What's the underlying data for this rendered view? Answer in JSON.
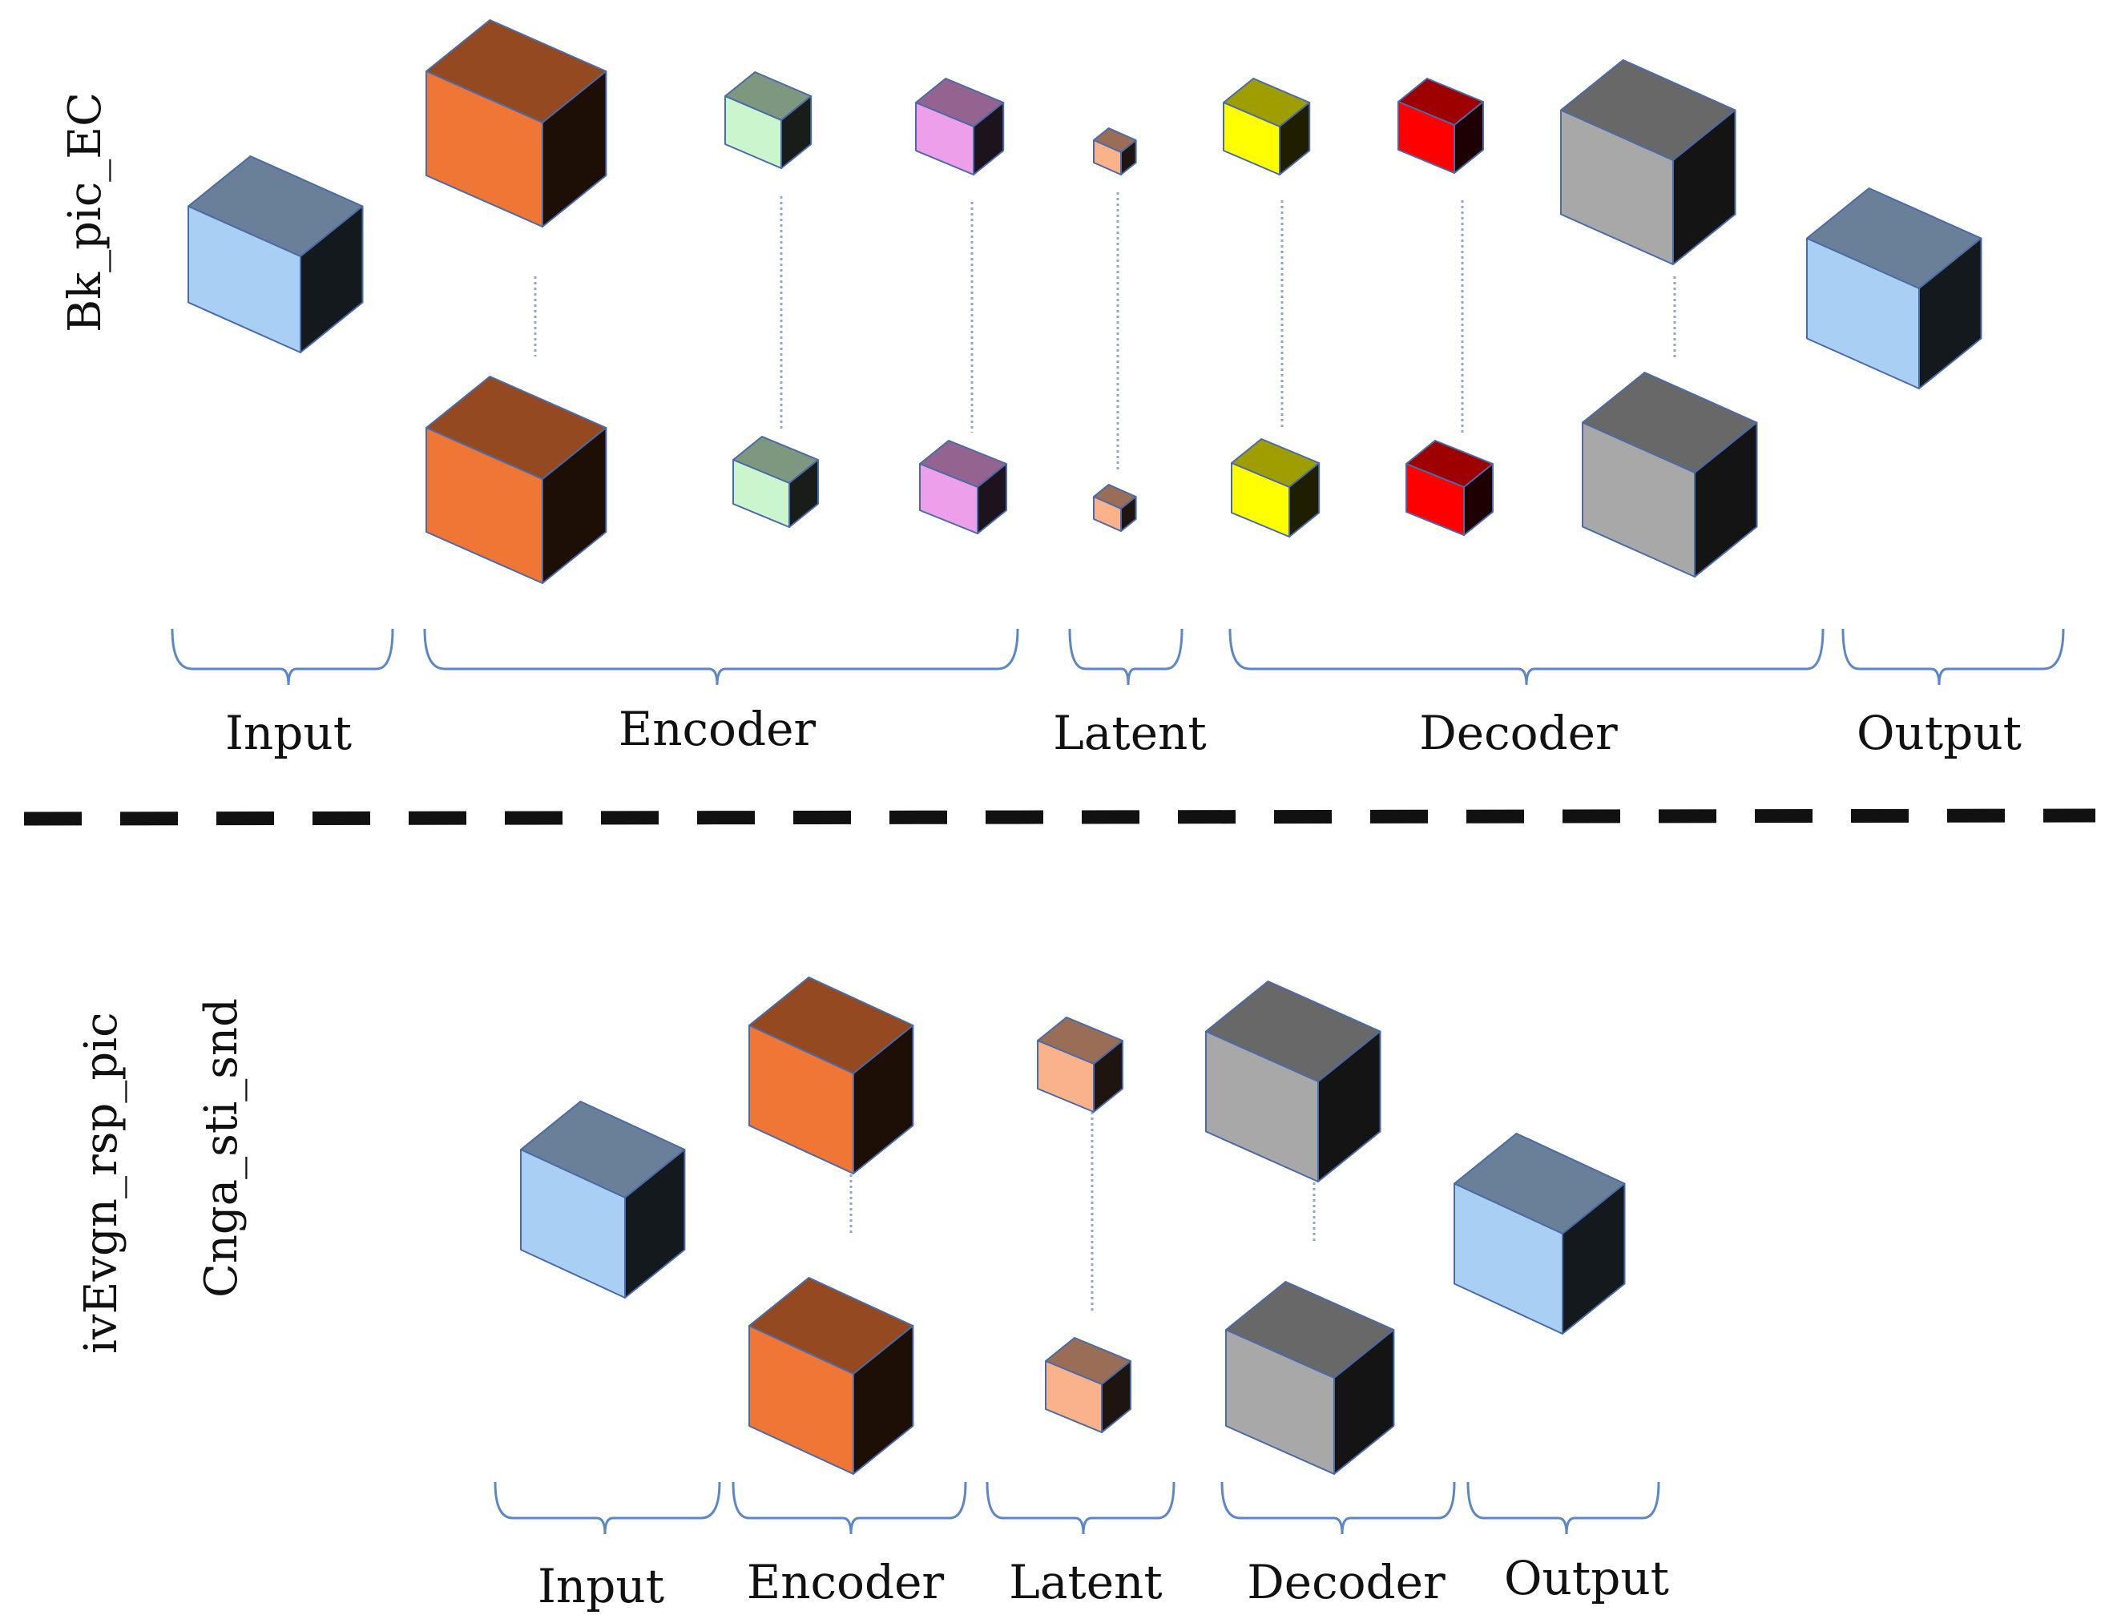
{
  "panels": [
    {
      "id": "top",
      "side_labels": [
        "Bk_pic_EC"
      ],
      "section_labels": [
        "Input",
        "Encoder",
        "Latent",
        "Decoder",
        "Output"
      ],
      "cube_colors": [
        "#a9cff5",
        "#ef7634",
        "#cbf5cd",
        "#ee9fe9",
        "#f9b28a",
        "#ffff00",
        "#ff0000",
        "#a8a8a8",
        "#a9cff5"
      ]
    },
    {
      "id": "bottom",
      "side_labels": [
        "ivEvgn_rsp_pic",
        "Cnga_sti_snd"
      ],
      "section_labels": [
        "Input",
        "Encoder",
        "Latent",
        "Decoder",
        "Output"
      ],
      "cube_colors": [
        "#a9cff5",
        "#ef7634",
        "#f9b28a",
        "#a8a8a8",
        "#a9cff5"
      ]
    }
  ],
  "colors": {
    "brace": "#5b86c9",
    "separator": "#111111",
    "connector": "#8fa6d0"
  }
}
